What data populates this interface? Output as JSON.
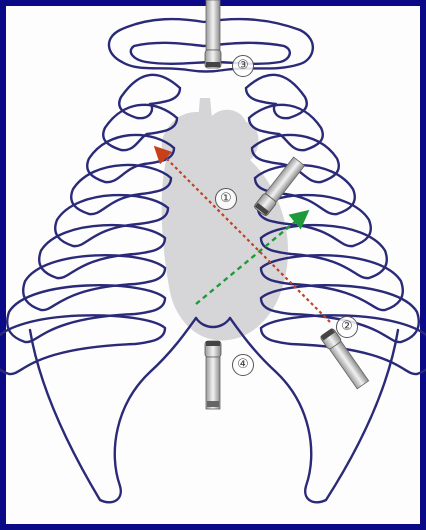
{
  "labels": {
    "position_1": "①",
    "position_2": "②",
    "position_3": "③",
    "position_4": "④"
  },
  "colors": {
    "background": "#0a0a86",
    "rib_outline": "#2a2a78",
    "heart": "#c8c8cc",
    "red_arrow": "#c8401a",
    "green_arrow": "#1f9a3a"
  },
  "icons": {
    "ribcage": "ribcage-outline-icon",
    "heart": "heart-silhouette-icon",
    "probe": "ultrasound-probe-icon"
  }
}
